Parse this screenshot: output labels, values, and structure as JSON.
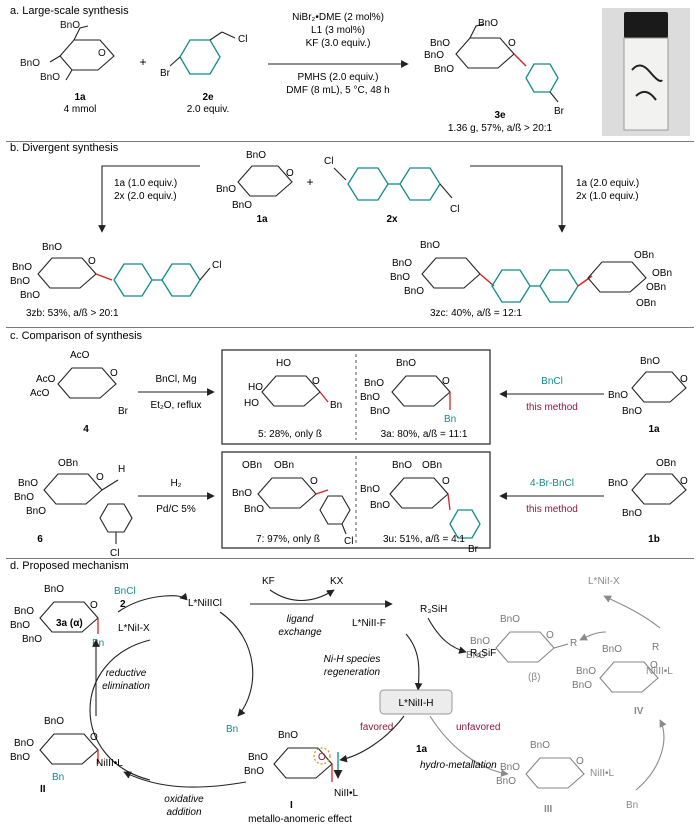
{
  "colors": {
    "teal": "#138a8a",
    "red": "#d62222",
    "maroon": "#8b1a3a",
    "gray": "#8a8a8a",
    "box": "#ececec"
  },
  "panel_a": {
    "title": "a. Large-scale synthesis",
    "sm1_label": "1a",
    "sm1_amount": "4 mmol",
    "sm2_label": "2e",
    "sm2_amount": "2.0 equiv.",
    "plus": "+",
    "cond_top": [
      "NiBr₂•DME (2 mol%)",
      "L1 (3 mol%)",
      "KF (3.0 equiv.)"
    ],
    "cond_bottom": [
      "PMHS (2.0 equiv.)",
      "DMF (8 mL), 5 °C, 48 h"
    ],
    "product_label": "3e",
    "product_yield": "1.36 g, 57%, a/ß > 20:1"
  },
  "panel_b": {
    "title": "b. Divergent synthesis",
    "sm1_label": "1a",
    "sm2_label": "2x",
    "plus": "+",
    "left_cond": [
      "1a (1.0 equiv.)",
      "2x (2.0 equiv.)"
    ],
    "right_cond": [
      "1a (2.0 equiv.)",
      "2x (1.0 equiv.)"
    ],
    "left_product": "3zb: 53%, a/ß > 20:1",
    "right_product": "3zc: 40%, a/ß = 12:1"
  },
  "panel_c": {
    "title": "c. Comparison of synthesis",
    "row1": {
      "sm_label": "4",
      "cond": [
        "BnCl, Mg",
        "Et₂O, reflux"
      ],
      "box_left": "5: 28%, only ß",
      "box_right": "3a: 80%, a/ß = 11:1",
      "right_reagent": "BnCl",
      "right_method": "this method",
      "right_sm": "1a"
    },
    "row2": {
      "sm_label": "6",
      "cond": [
        "H₂",
        "Pd/C 5%"
      ],
      "box_left": "7: 97%, only ß",
      "box_right": "3u: 51%, a/ß = 4:1",
      "right_reagent": "4-Br-BnCl",
      "right_method": "this method",
      "right_sm": "1b"
    }
  },
  "panel_d": {
    "title": "d. Proposed mechanism",
    "labels": {
      "product": "3a (α)",
      "bncl": "BnCl",
      "two": "2",
      "ni_i_x": "L*NiI-X",
      "ni_ii_cl": "L*NiIICl",
      "kf": "KF",
      "kx": "KX",
      "ligand_exchange": [
        "ligand",
        "exchange"
      ],
      "ni_ii_f": "L*NiII-F",
      "r3sih": "R₃SiH",
      "r3sif": "R₃SiF",
      "regen": [
        "Ni-H species",
        "regeneration"
      ],
      "ni_ii_h": "L*NiII-H",
      "favored": "favored",
      "unfavored": "unfavored",
      "hydrometal": "hydro-metallation",
      "onea": "1a",
      "red_elim": [
        "reductive",
        "elimination"
      ],
      "ox_add": [
        "oxidative",
        "addition"
      ],
      "bn_radical": "Bn",
      "int_I": "I",
      "int_II": "II",
      "int_III": "III",
      "int_IV": "IV",
      "metallo": "metallo-anomeric effect",
      "beta": "(β)",
      "ni_i_x_top": "L*NiI-X",
      "ni_ii_l": "NiII•L",
      "ni_iii_l": "NiIII•L"
    }
  }
}
